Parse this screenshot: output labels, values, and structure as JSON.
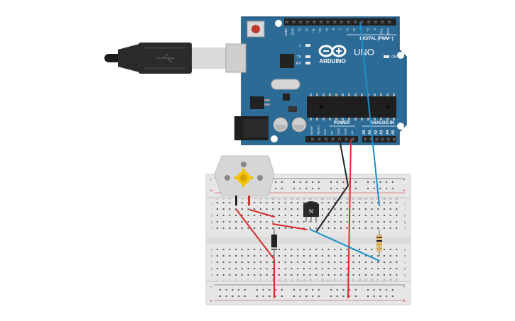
{
  "arduino": {
    "logo_text": "ARDUINO",
    "model": "UNO",
    "digital_label": "DIGITAL (PWM~)",
    "power_label": "POWER",
    "analog_label": "ANALOG IN",
    "on_label": "ON",
    "led_labels": [
      "L",
      "TX",
      "RX"
    ],
    "digital_pins": [
      "AREF",
      "GND",
      "13",
      "12",
      "~11",
      "~10",
      "~9",
      "8",
      "7",
      "~6",
      "~5",
      "4",
      "~3",
      "2",
      "TX 1",
      "RX 0"
    ],
    "power_pins": [
      "IOREF",
      "RESET",
      "3.3V",
      "5V",
      "GND",
      "GND",
      "Vin"
    ],
    "analog_pins": [
      "A0",
      "A1",
      "A2",
      "A3",
      "A4",
      "A5"
    ],
    "colors": {
      "board": "#2d6b97",
      "board_edge": "#1e5378",
      "header": "#222222"
    }
  },
  "breadboard": {
    "rows_top": [
      "j",
      "i",
      "h",
      "g",
      "f"
    ],
    "rows_bottom": [
      "e",
      "d",
      "c",
      "b",
      "a"
    ],
    "rail_plus": "+",
    "rail_minus": "-",
    "columns": 30
  },
  "transistor": {
    "label": "N"
  },
  "wires": {
    "red": "#d92b2b",
    "black": "#222222",
    "blue": "#1a8fc9"
  }
}
